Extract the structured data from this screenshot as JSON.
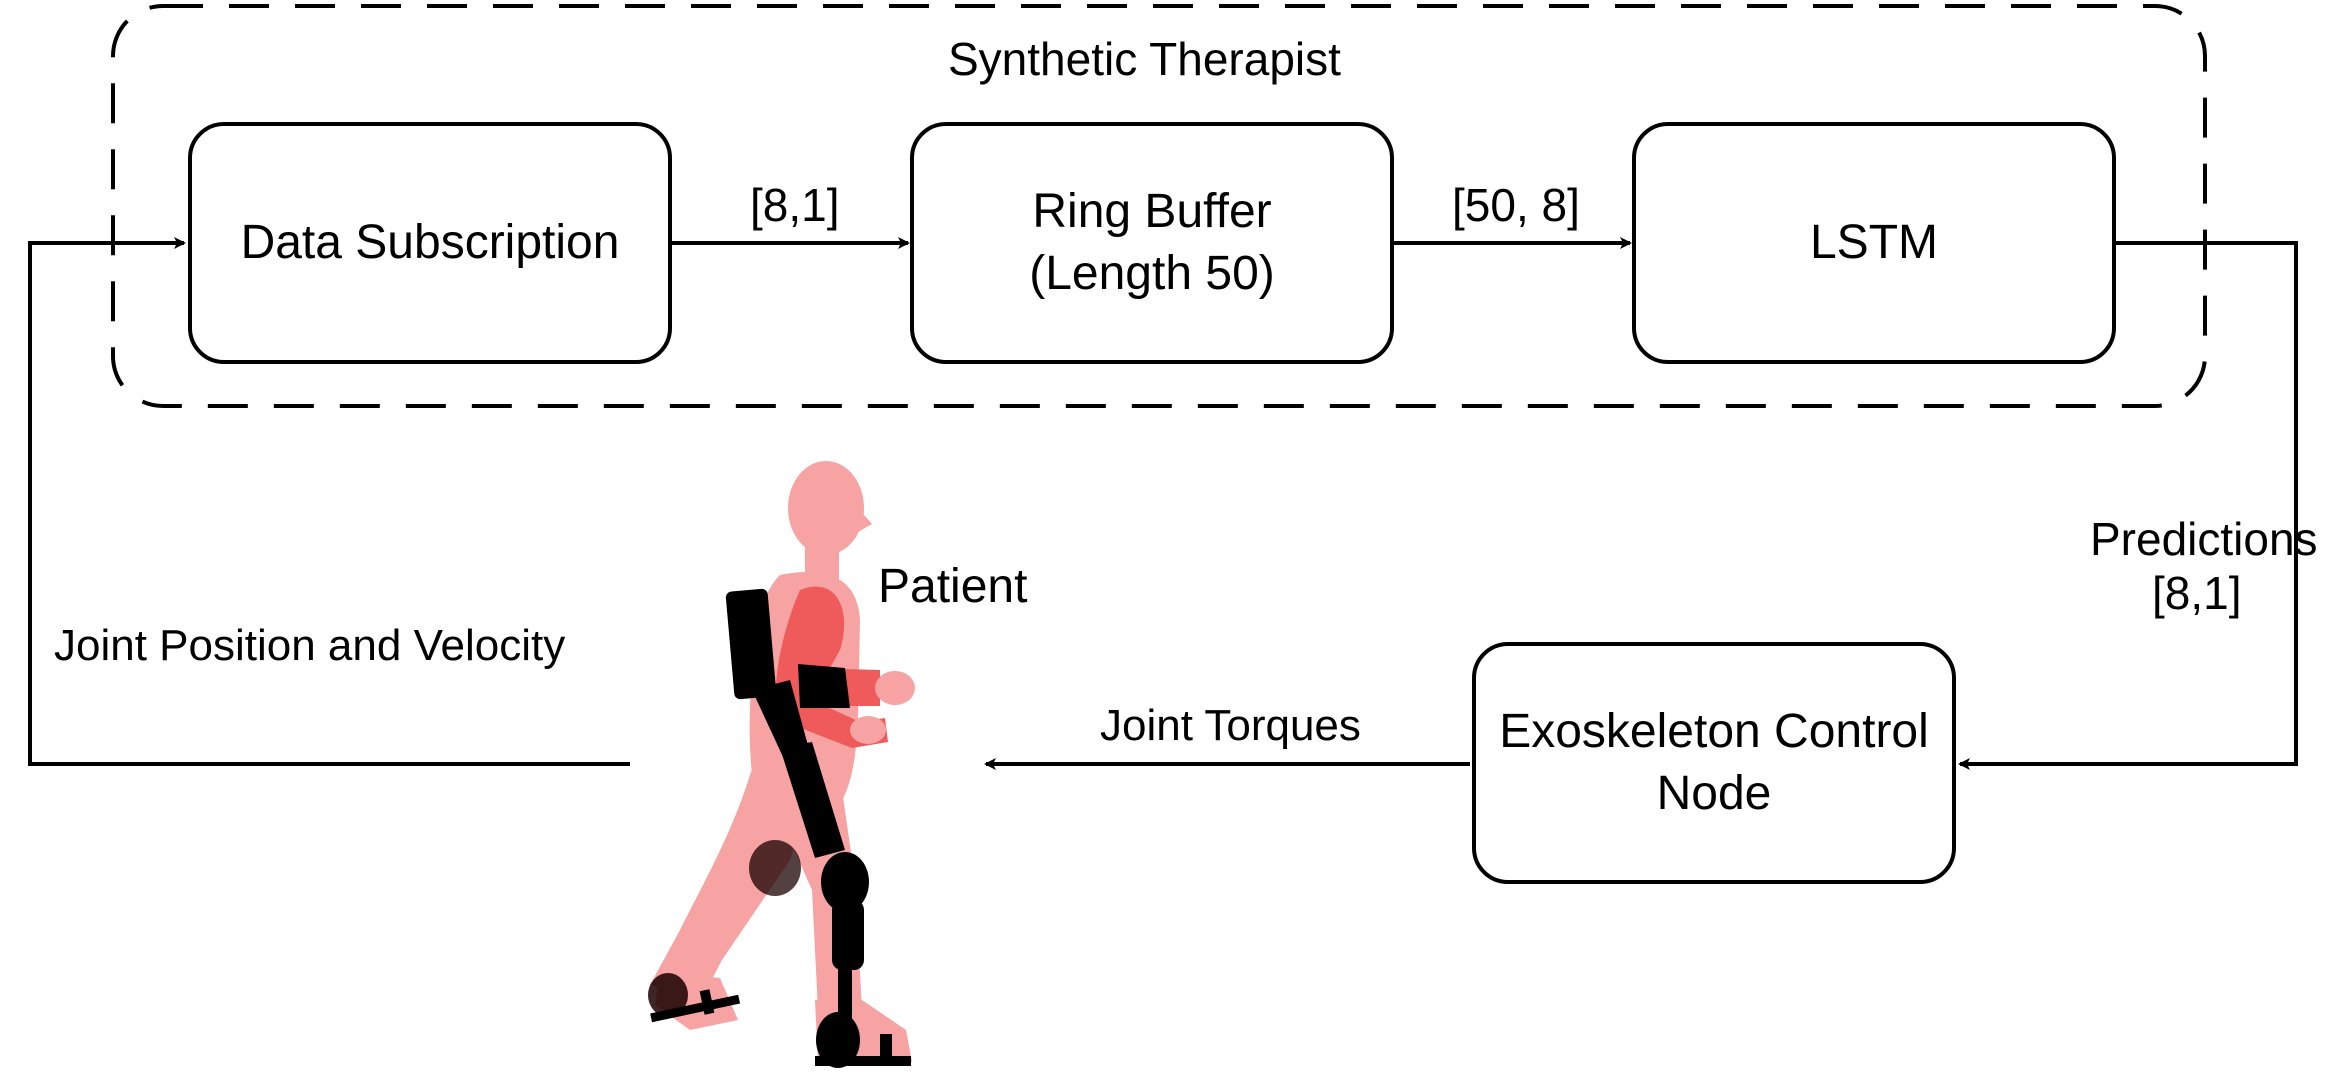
{
  "group": {
    "title": "Synthetic Therapist"
  },
  "nodes": {
    "data_subscription": "Data Subscription",
    "ring_buffer_line1": "Ring Buffer",
    "ring_buffer_line2": "(Length 50)",
    "lstm": "LSTM",
    "exo_line1": "Exoskeleton Control",
    "exo_line2": "Node"
  },
  "edges": {
    "subscription_to_buffer": "[8,1]",
    "buffer_to_lstm": "[50, 8]",
    "predictions_line1": "Predictions",
    "predictions_line2": "[8,1]",
    "joint_torques": "Joint Torques",
    "joint_feedback": "Joint Position and Velocity"
  },
  "patient": {
    "label": "Patient"
  },
  "colors": {
    "body": "#f7a3a3",
    "body_dark": "#ef5a5a",
    "exoskeleton": "#000000",
    "line": "#000000"
  }
}
